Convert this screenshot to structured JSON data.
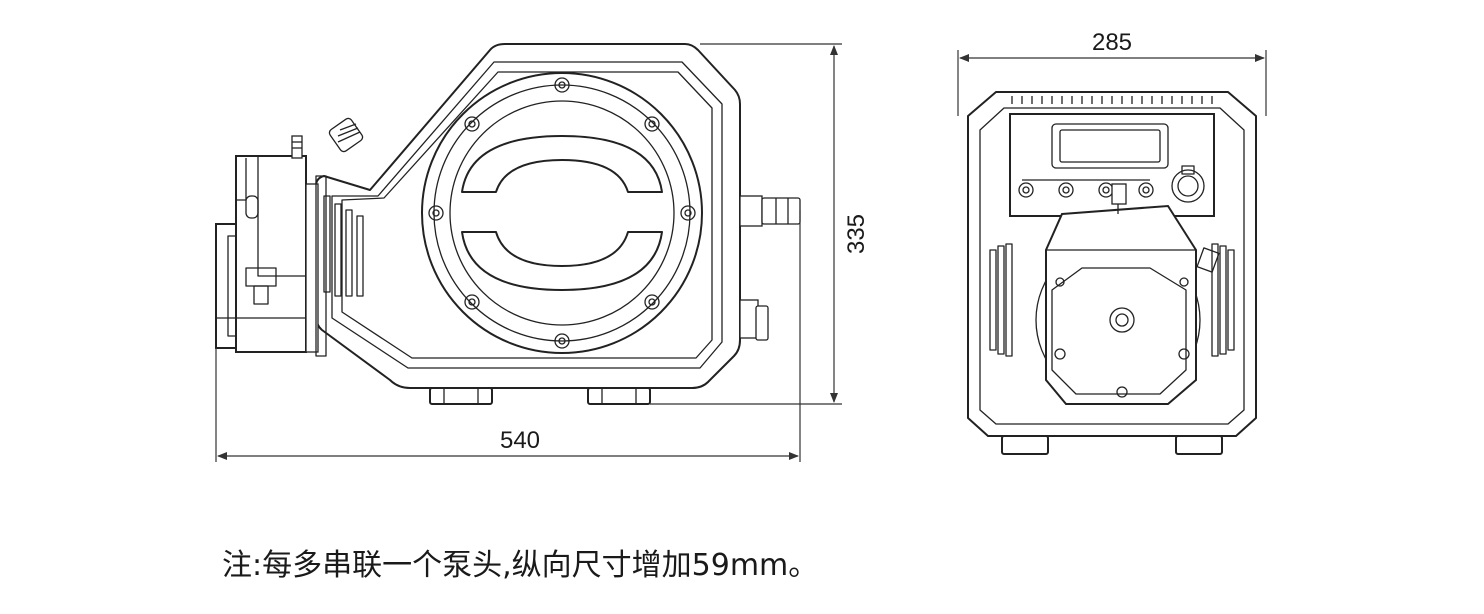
{
  "dimensions": {
    "width_side": "540",
    "height": "335",
    "width_front": "285"
  },
  "note": "注:每多串联一个泵头,纵向尺寸增加59mm。"
}
